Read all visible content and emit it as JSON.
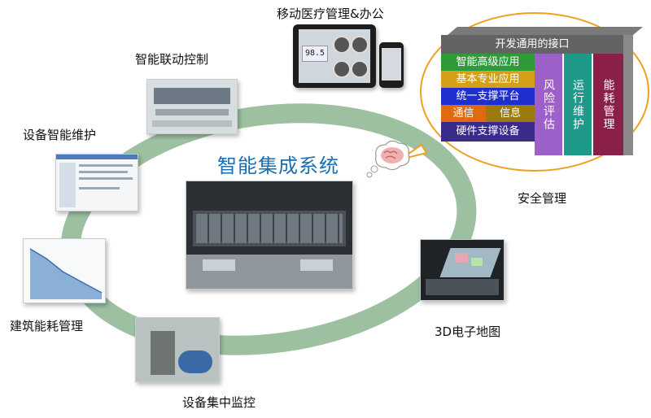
{
  "title": "智能集成系统",
  "labels": {
    "mobile": "移动医疗管理&办公",
    "linkage": "智能联动控制",
    "maintenance": "设备智能维护",
    "energy": "建筑能耗管理",
    "monitor": "设备集中监控",
    "map3d": "3D电子地图",
    "security": "安全管理"
  },
  "tablet": {
    "reading": "98.5"
  },
  "stack": {
    "header": "开发通用的接口",
    "rows": [
      {
        "text": "智能高级应用",
        "color": "#2e9a3a"
      },
      {
        "text": "基本专业应用",
        "color": "#d4a017"
      },
      {
        "text": "统一支撑平台",
        "color": "#1e2fd0"
      },
      {
        "text": "硬件支撑设备",
        "color": "#3a2a8a"
      }
    ],
    "split_row": {
      "left": {
        "text": "通信",
        "color": "#e06a10"
      },
      "right": {
        "text": "信息",
        "color": "#9b7a10"
      }
    },
    "columns": [
      {
        "text": "风险评估",
        "color": "#9d60c8"
      },
      {
        "text": "运行维护",
        "color": "#1f9a8a"
      },
      {
        "text": "能耗管理",
        "color": "#8a1f4a"
      }
    ]
  },
  "colors": {
    "ring": "#9cc0a0",
    "title": "#1a6fb0",
    "ellipse_outline": "#f0a020"
  }
}
